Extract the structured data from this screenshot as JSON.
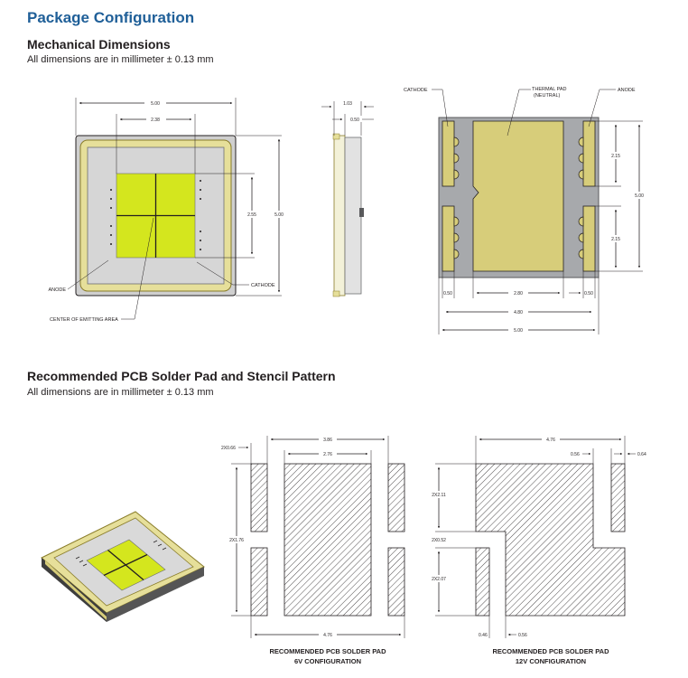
{
  "header": {
    "title": "Package Configuration",
    "mech_title": "Mechanical Dimensions",
    "mech_note": "All dimensions are in millimeter ± 0.13 mm",
    "pcb_title": "Recommended PCB Solder Pad and Stencil Pattern",
    "pcb_note": "All dimensions are in millimeter ± 0.13 mm"
  },
  "top_view": {
    "dim_width": "5.00",
    "dim_offset": "2.38",
    "dim_height_inner": "2.55",
    "dim_height": "5.00",
    "label_anode": "ANODE",
    "label_cathode": "CATHODE",
    "label_center": "CENTER OF EMITTING AREA"
  },
  "side_view": {
    "dim_height": "1.03",
    "dim_lens": "0.50"
  },
  "bottom_view": {
    "label_cathode": "CATHODE",
    "label_thermal": "THERMAL PAD",
    "label_thermal_sub": "(NEUTRAL)",
    "label_anode": "ANODE",
    "dim_pad_h_top": "2.15",
    "dim_height": "5.00",
    "dim_pad_h_bottom": "2.15",
    "dim_side_left": "0.50",
    "dim_center": "2.80",
    "dim_side_right": "0.50",
    "dim_inner_width": "4.80",
    "dim_width": "5.00"
  },
  "pcb_6v": {
    "dim_top_outer": "3.86",
    "dim_top_inner": "2.76",
    "dim_left_pad": "2X0.66",
    "dim_height": "2X1.76",
    "dim_bottom": "4.76",
    "caption_line1": "RECOMMENDED PCB SOLDER PAD",
    "caption_line2": "6V CONFIGURATION"
  },
  "pcb_12v": {
    "dim_top": "4.76",
    "dim_gap": "0.56",
    "dim_right": "0.64",
    "dim_upper": "2X2.11",
    "dim_mid": "2X0.52",
    "dim_lower": "2X2.07",
    "dim_bottom_left": "0.46",
    "dim_bottom_gap": "0.56",
    "caption_line1": "RECOMMENDED PCB SOLDER PAD",
    "caption_line2": "12V CONFIGURATION"
  },
  "colors": {
    "title_blue": "#1f5f98",
    "pad_gold": "#d7cd7a",
    "frame_gold": "#e6df9a",
    "emitter_green": "#d4e61e",
    "substrate_gray": "#d6d6d6",
    "body_gray": "#a7a9ac"
  }
}
